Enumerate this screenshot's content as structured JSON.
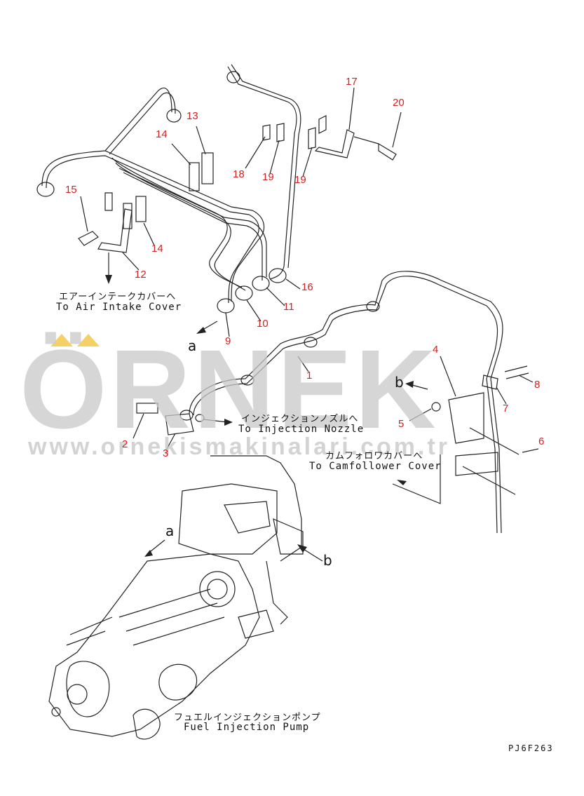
{
  "watermark": {
    "brand": "ÖRNEK",
    "url": "www.ornekismakinalari.com.tr",
    "color": "#c9c9c9",
    "accent": "#f3c94a"
  },
  "labels": {
    "air_jp": "エアーインテークカバーへ",
    "air_en": "To Air Intake Cover",
    "inj_jp": "インジェクションノズルへ",
    "inj_en": "To Injection Nozzle",
    "cam_jp": "カムフォロワカバーへ",
    "cam_en": "To Camfollower Cover",
    "pump_jp": "フュエルインジェクションポンプ",
    "pump_en": "Fuel Injection Pump",
    "a1": "a",
    "a2": "a",
    "b1": "b",
    "b2": "b",
    "code": "PJ6F263"
  },
  "callouts": [
    "17",
    "20",
    "13",
    "14",
    "18",
    "19",
    "19",
    "15",
    "14",
    "12",
    "16",
    "11",
    "10",
    "9",
    "1",
    "4",
    "8",
    "7",
    "5",
    "6",
    "2",
    "3"
  ],
  "colors": {
    "callout": "#d42020",
    "line": "#222222"
  }
}
